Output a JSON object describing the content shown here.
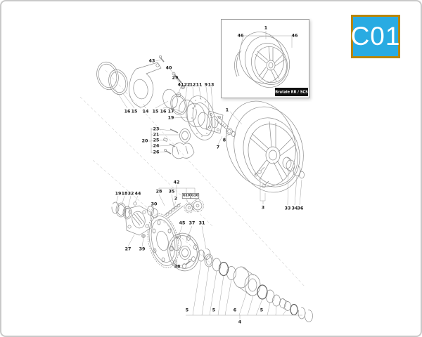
{
  "page": {
    "code": "C01",
    "badge_style": "background:#29abe2;border-color:#b8860b;color:#ffffff"
  },
  "colors": {
    "badge_background": "#29abe2",
    "badge_border": "#b8860b",
    "badge_text": "#ffffff",
    "line_work": "#8c8c8c",
    "label_text": "#1a1a1a",
    "page_border": "#c9c9c9",
    "caption_background": "#111111"
  },
  "inset": {
    "caption": "Brutale RR / SCS",
    "callouts": [
      "1",
      "46",
      "46"
    ]
  },
  "diagram": {
    "g10": [
      "G10",
      "G10"
    ],
    "callouts": [
      "43",
      "40",
      "29",
      "41",
      "22",
      "12",
      "11",
      "9",
      "13",
      "16",
      "15",
      "14",
      "15",
      "16",
      "17",
      "19",
      "20",
      "23",
      "21",
      "25",
      "24",
      "26",
      "7",
      "1",
      "8",
      "19",
      "18",
      "32",
      "44",
      "28",
      "35",
      "42",
      "2",
      "30",
      "45",
      "37",
      "31",
      "27",
      "39",
      "38",
      "5",
      "5",
      "6",
      "5",
      "4",
      "3",
      "33",
      "34",
      "36"
    ]
  }
}
